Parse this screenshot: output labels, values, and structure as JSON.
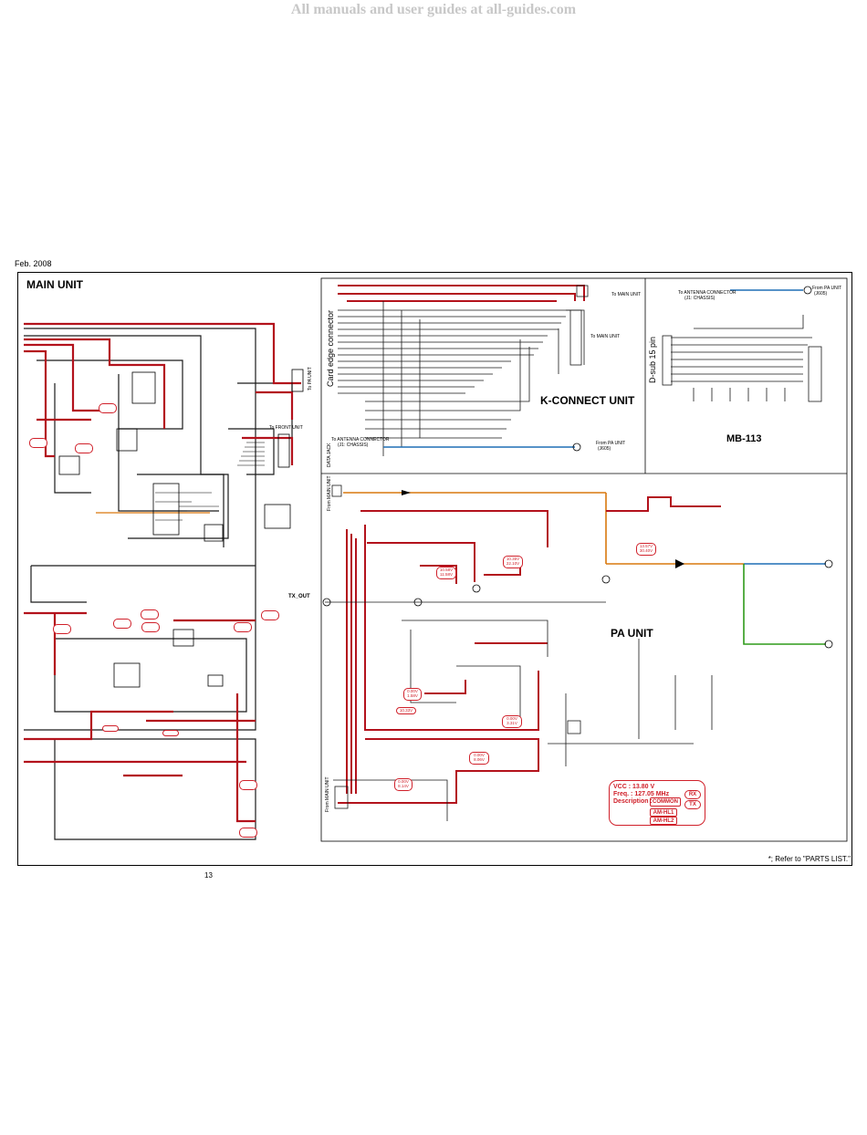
{
  "watermark": "All manuals and user guides at all-guides.com",
  "date": "Feb. 2008",
  "units": {
    "main": "MAIN UNIT",
    "kconnect": "K-CONNECT UNIT",
    "mb113": "MB-113",
    "pa": "PA UNIT"
  },
  "labels": {
    "card_edge": "Card edge connector",
    "dsub": "D-sub 15 pin",
    "to_pa_unit": "To PA UNIT",
    "to_front_unit": "To FRONT UNIT",
    "to_main_unit_1": "To MAIN UNIT",
    "to_main_unit_2": "To MAIN UNIT",
    "to_antenna_1": "To ANTENNA CONNECTOR",
    "chassis_1": "(J1: CHASSIS)",
    "to_antenna_2": "To ANTENNA CONNECTOR",
    "chassis_2": "(J1: CHASSIS)",
    "from_pa_unit_1": "From PA UNIT",
    "j605_1": "(J605)",
    "from_pa_unit_2": "From PA UNIT",
    "j605_2": "(J605)",
    "data_jack": "DATA JACK",
    "from_main_unit": "From MAIN UNIT",
    "from_main_unit_2": "From MAIN UNIT",
    "tx_out": "TX_OUT"
  },
  "voltages": {
    "pa_v1": [
      "13.57V",
      "30.40V"
    ],
    "pa_v2": [
      "10.35V",
      "22.10V"
    ],
    "pa_v3": [
      "10.58V",
      "11.58V"
    ],
    "pa_v4": [
      "0.00V",
      "1.58V"
    ],
    "pa_v5": "10.33V",
    "pa_v6": [
      "0.00V",
      "3.31V"
    ],
    "pa_v7": [
      "0.00V",
      "8.06V"
    ],
    "pa_v8": [
      "0.00V",
      "8.14V"
    ]
  },
  "legend": {
    "vcc": "VCC   : 13.80 V",
    "freq": "Freq.  : 127.05 MHz",
    "desc": "Description :",
    "common": "COMMON",
    "rx": "RX",
    "tx": "TX",
    "am_hl1": "AM-HL1",
    "am_hl2": "AM-HL2"
  },
  "footnote": "*; Refer to \"PARTS LIST.\"",
  "page_number": "13",
  "colors": {
    "rail": "#b3121c",
    "bus": "#1a1a1a",
    "coax": "#1f6fb5",
    "rf_out": "#d9780e",
    "antenna": "#2f9b1a",
    "annot": "#d0202a"
  }
}
